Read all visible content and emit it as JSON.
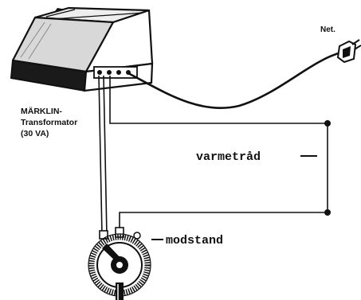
{
  "labels": {
    "net": "Net.",
    "transformer_line1": "MÄRKLIN-",
    "transformer_line2": "Transformator",
    "transformer_line3": "(30 VA)",
    "heating_wire": "varmetråd",
    "resistor": "modstand"
  },
  "colors": {
    "ink": "#111111",
    "paper": "#ffffff"
  }
}
